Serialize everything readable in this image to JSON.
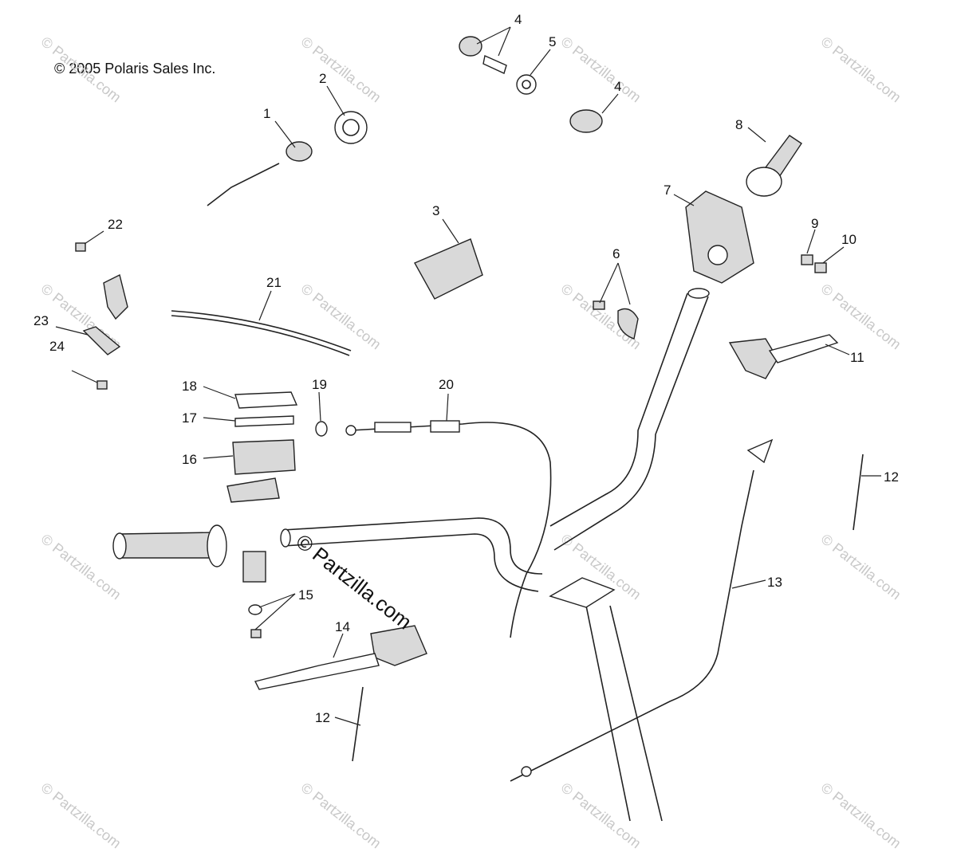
{
  "copyright": "© 2005 Polaris Sales Inc.",
  "watermark": "© Partzilla.com",
  "center_watermark": "© Partzilla.com",
  "callouts": [
    "1",
    "2",
    "3",
    "4",
    "4",
    "5",
    "6",
    "7",
    "8",
    "9",
    "10",
    "11",
    "12",
    "12",
    "13",
    "14",
    "15",
    "16",
    "17",
    "18",
    "19",
    "20",
    "21",
    "22",
    "23",
    "24"
  ],
  "colors": {
    "line": "#222222",
    "watermark": "#c8c8c8",
    "part_fill": "#d9d9d9"
  }
}
